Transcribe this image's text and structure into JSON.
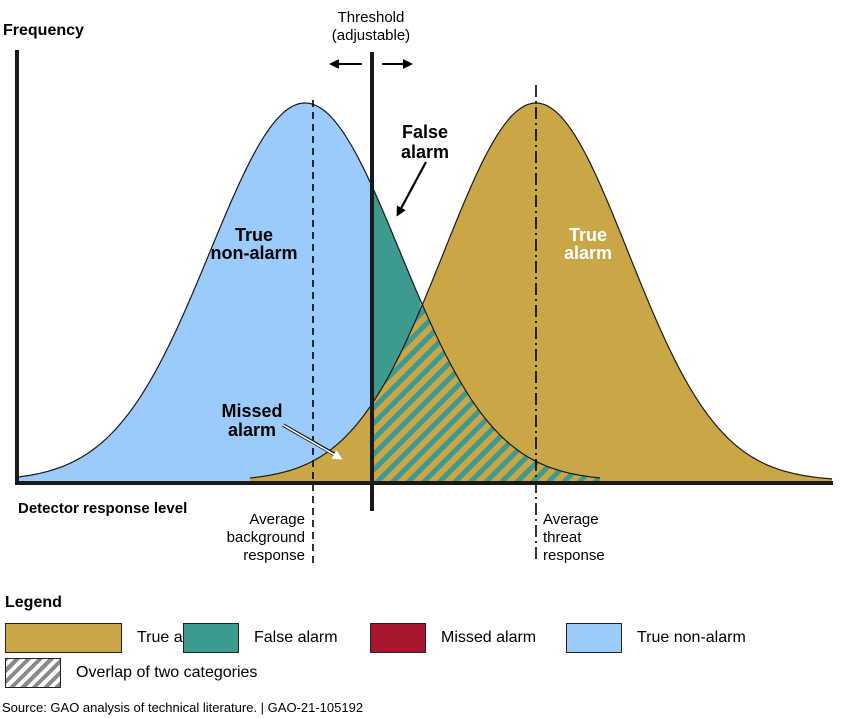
{
  "labels": {
    "frequency": "Frequency",
    "threshold_line1": "Threshold",
    "threshold_line2": "(adjustable)",
    "false_alarm_line1": "False",
    "false_alarm_line2": "alarm",
    "true_alarm_line1": "True",
    "true_alarm_line2": "alarm",
    "true_non_alarm_line1": "True",
    "true_non_alarm_line2": "non-alarm",
    "missed_alarm_line1": "Missed",
    "missed_alarm_line2": "alarm",
    "detector_response": "Detector response level",
    "avg_background_line1": "Average",
    "avg_background_line2": "background",
    "avg_background_line3": "response",
    "avg_threat_line1": "Average",
    "avg_threat_line2": "threat",
    "avg_threat_line3": "response"
  },
  "legend": {
    "title": "Legend",
    "items": [
      {
        "label": "True alarm",
        "color": "#C9A646"
      },
      {
        "label": "False alarm",
        "color": "#3D9A8F"
      },
      {
        "label": "Missed alarm",
        "color": "#A8152E"
      },
      {
        "label": "True non-alarm",
        "color": "#9ACBFA"
      }
    ],
    "overlap_label": "Overlap of two categories"
  },
  "colors": {
    "true_alarm": "#C9A646",
    "false_alarm": "#3D9A8F",
    "missed_alarm": "#A8152E",
    "true_non_alarm": "#9ACBFA",
    "outline": "#1a1a1a"
  },
  "source": "Source: GAO analysis of technical literature.  |  GAO-21-105192"
}
